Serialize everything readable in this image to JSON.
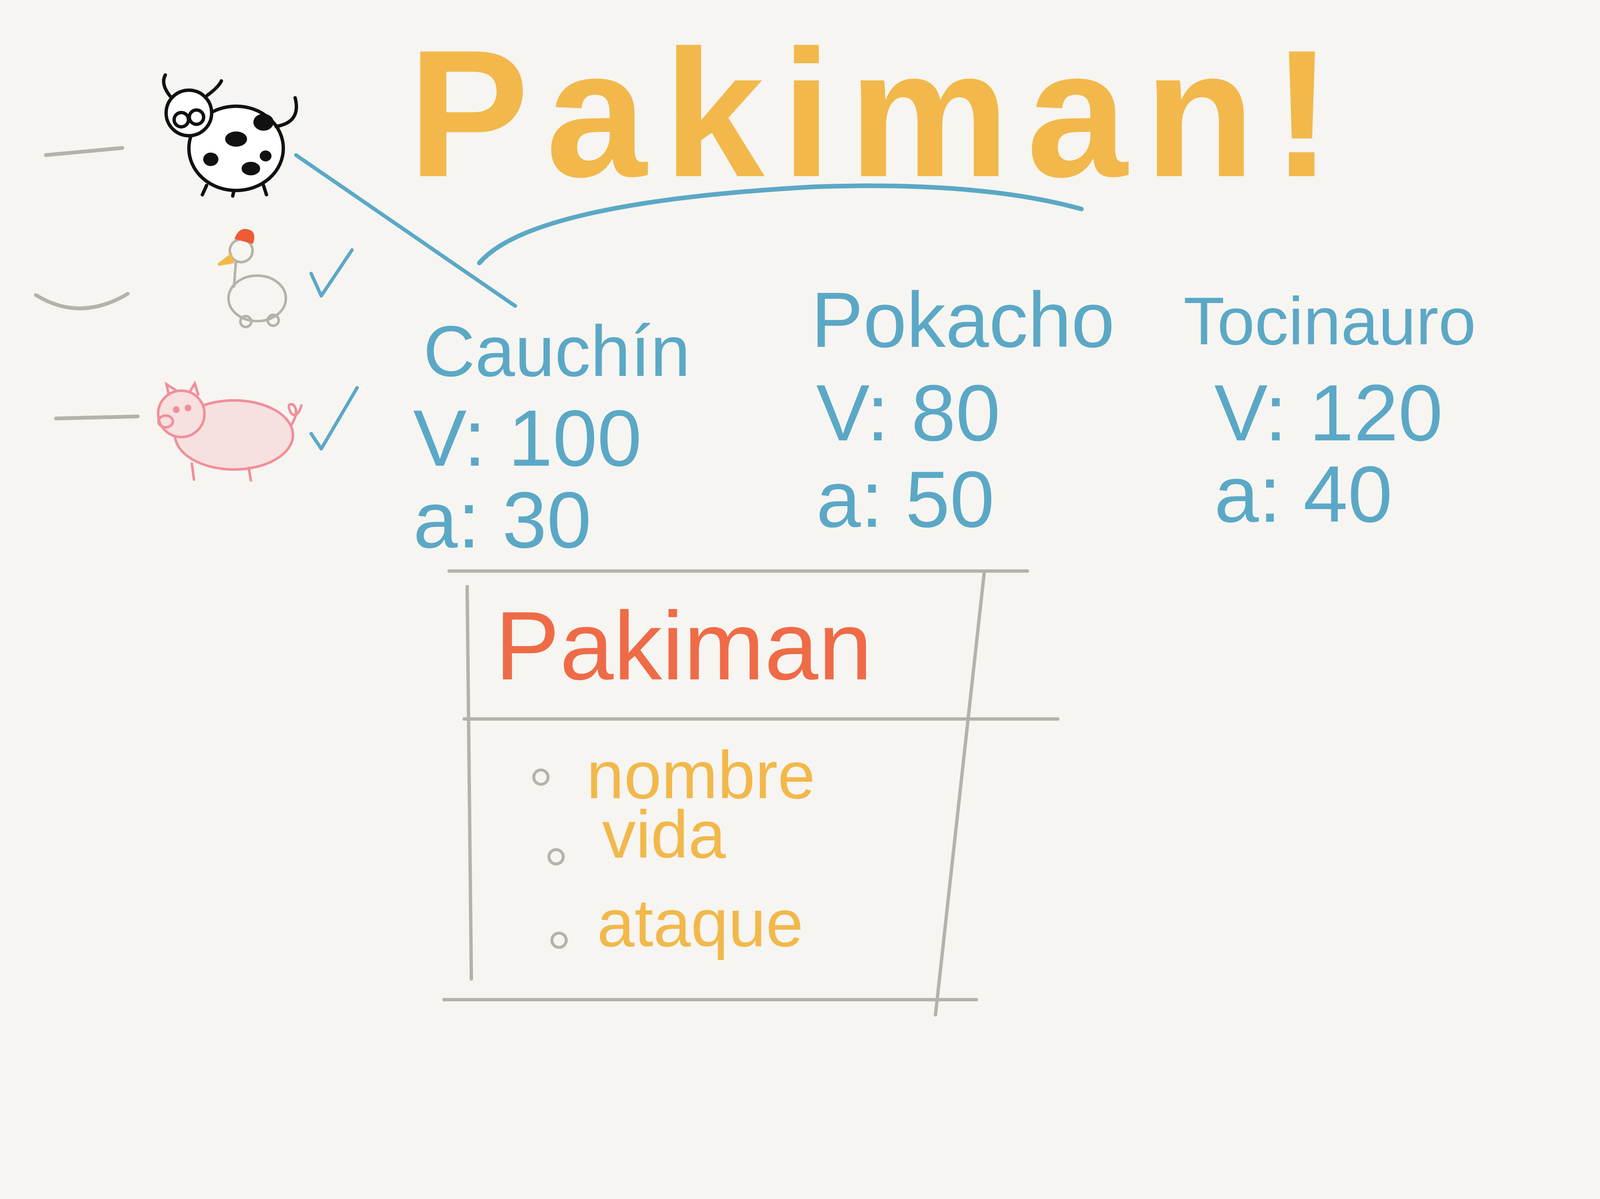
{
  "diagram": {
    "title": "Pakiman!",
    "nodes": [
      {
        "text": [
          "Pakiman",
          "nombre",
          "vida",
          "ataque"
        ]
      }
    ],
    "labels": [
      "Cauchín",
      "V: 100",
      "a: 30",
      "Pokacho",
      "V: 80",
      "a: 50",
      "Tocinauro",
      "V: 120",
      "a: 40"
    ]
  }
}
